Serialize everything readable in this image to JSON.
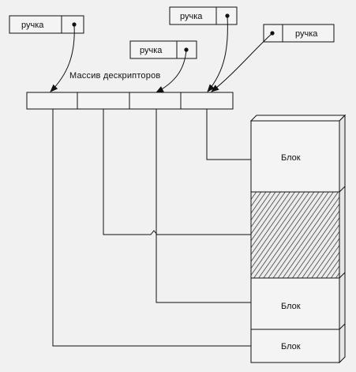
{
  "diagram": {
    "array_label": "Массив дескрипторов",
    "handles": [
      {
        "label": "ручка"
      },
      {
        "label": "ручка"
      },
      {
        "label": "ручка"
      },
      {
        "label": "ручка"
      }
    ],
    "memory_blocks": [
      {
        "label": "Блок",
        "state": "used"
      },
      {
        "label": "",
        "state": "free"
      },
      {
        "label": "Блок",
        "state": "used"
      },
      {
        "label": "Блок",
        "state": "used"
      }
    ]
  }
}
